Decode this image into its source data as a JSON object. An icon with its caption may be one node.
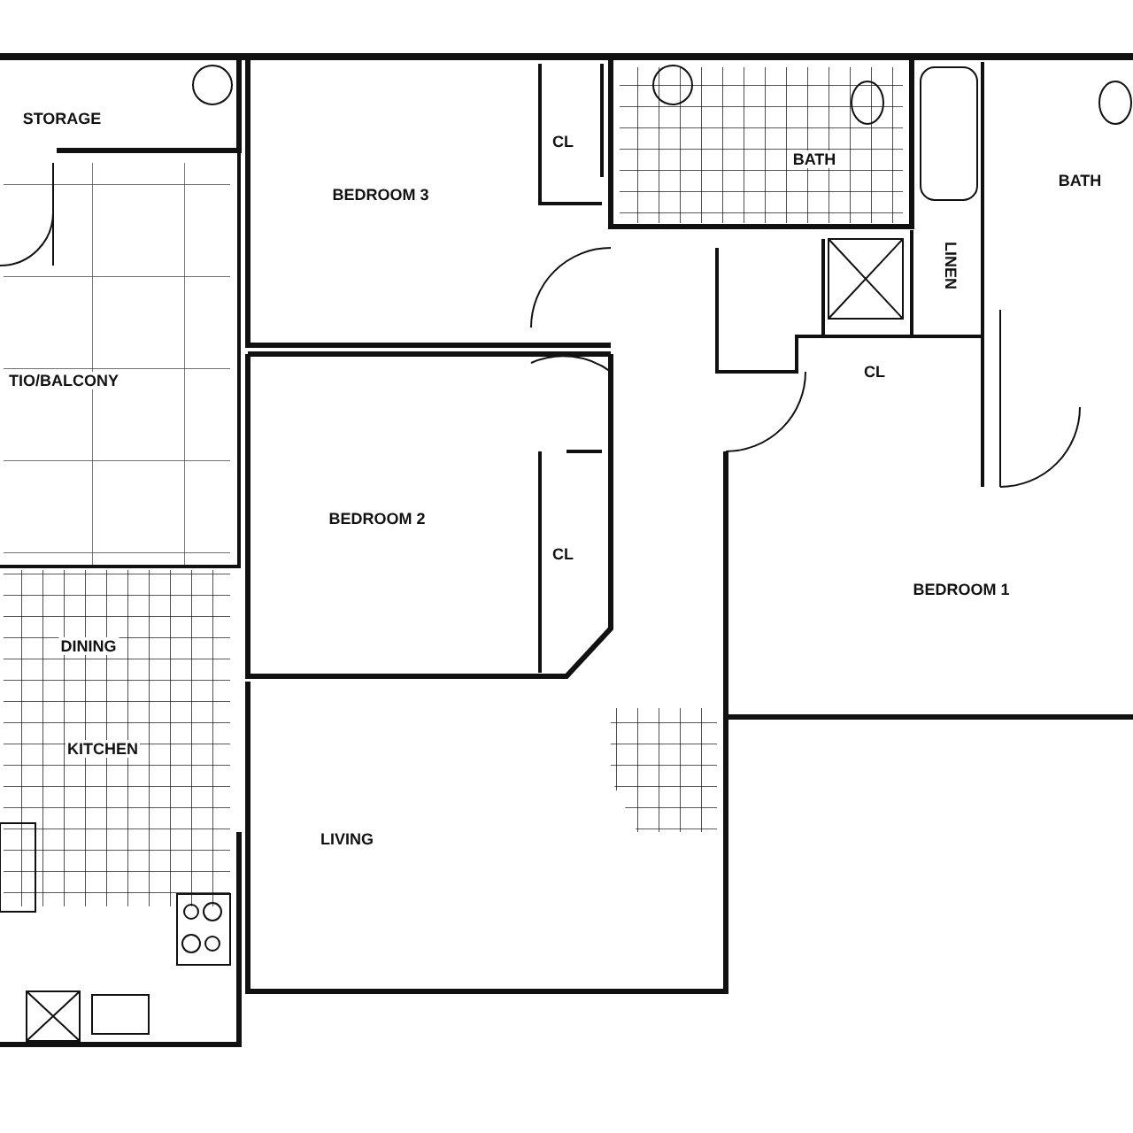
{
  "diagram": {
    "labels": [
      "STORAGE",
      "CL",
      "BATH",
      "BATH",
      "BEDROOM 3",
      "LINEN",
      "CL",
      "TIO/BALCONY",
      "BEDROOM 2",
      "CL",
      "BEDROOM 1",
      "DINING",
      "KITCHEN",
      "LIVING"
    ]
  }
}
